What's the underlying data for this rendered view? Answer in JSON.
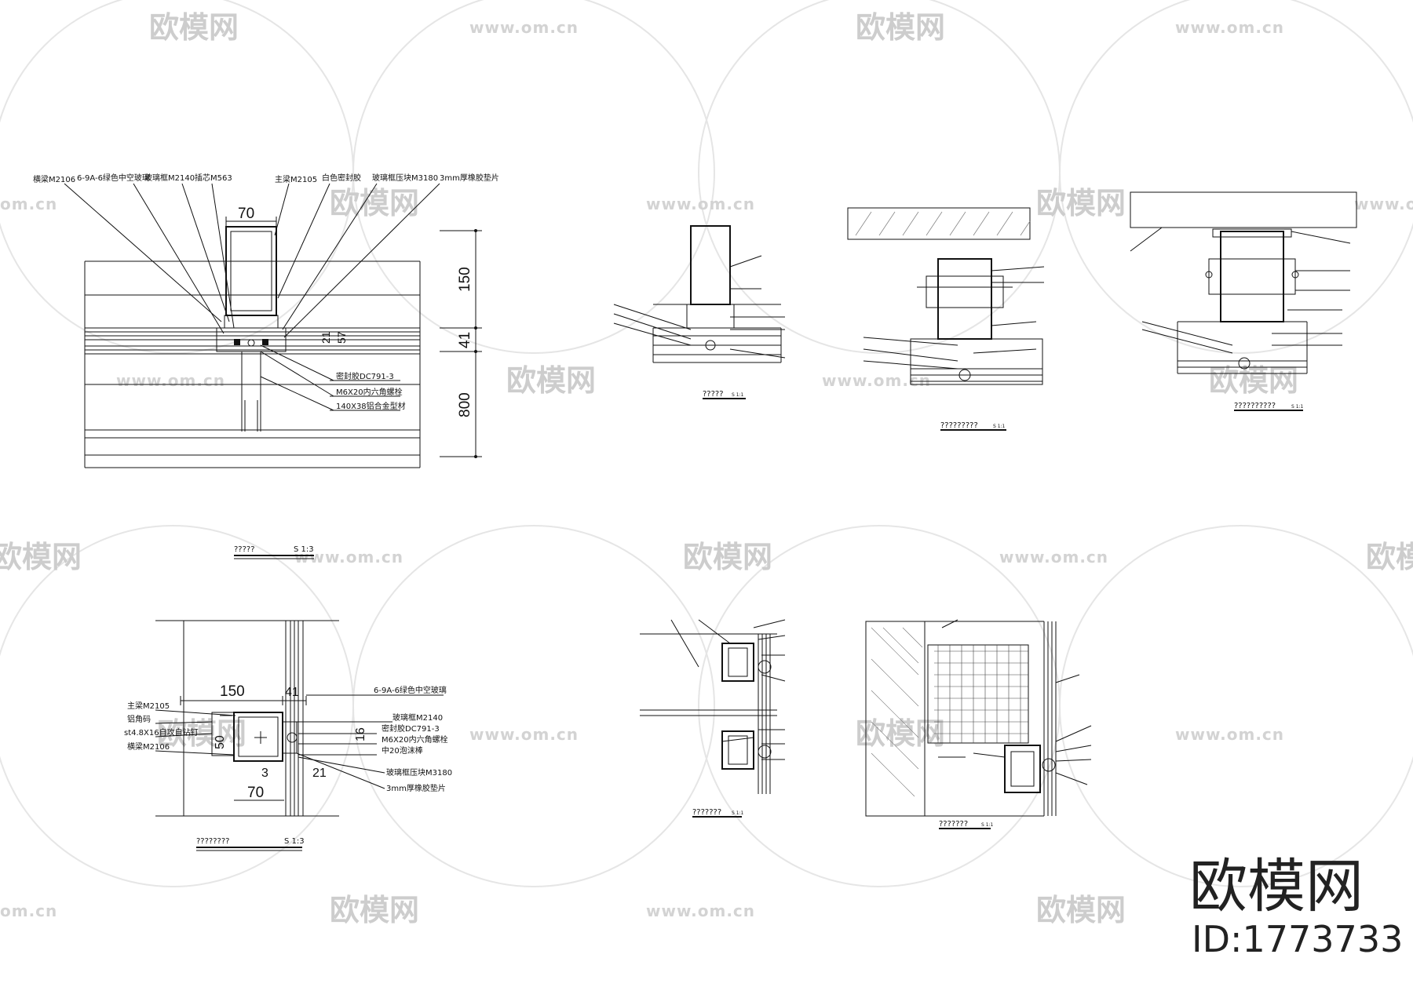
{
  "watermark": {
    "brand_text": "欧模网",
    "url_text": "www.om.cn",
    "url_short": "om.cn"
  },
  "brand": {
    "name": "欧模网",
    "id": "ID:1773733"
  },
  "detail1": {
    "labels": [
      "横梁M2106",
      "6-9A-6绿色中空玻璃",
      "玻璃框M2140",
      "插芯M563",
      "主梁M2105",
      "白色密封胶",
      "玻璃框压块M3180",
      "3mm厚橡胶垫片",
      "密封胶DC791-3",
      "M6X20内六角螺栓",
      "140X38铝合金型材"
    ],
    "dims": [
      "70",
      "150",
      "41",
      "800",
      "21",
      "57"
    ],
    "title": "?????",
    "scale": "S 1:3"
  },
  "detail2": {
    "labels": [
      "主梁M2105",
      "铝角码",
      "st4.8X16自攻自钻钉",
      "横梁M2106",
      "6-9A-6绿色中空玻璃",
      "玻璃框M2140",
      "密封胶DC791-3",
      "M6X20内六角螺栓",
      "中20泡沫棒",
      "玻璃框压块M3180",
      "3mm厚橡胶垫片"
    ],
    "dims": [
      "150",
      "41",
      "16",
      "3",
      "70",
      "21",
      "50"
    ],
    "title": "????????",
    "scale": "S 1:3"
  },
  "detail3": {
    "title": "?????",
    "scale": "S 1:1"
  },
  "detail4": {
    "title": "?????????",
    "scale": "S 1:1"
  },
  "detail5": {
    "title": "??????????",
    "scale": "S 1:1"
  },
  "detail6": {
    "title": "???????",
    "scale": "S 1:1"
  },
  "detail7": {
    "title": "???????",
    "scale": "S 1:1"
  }
}
